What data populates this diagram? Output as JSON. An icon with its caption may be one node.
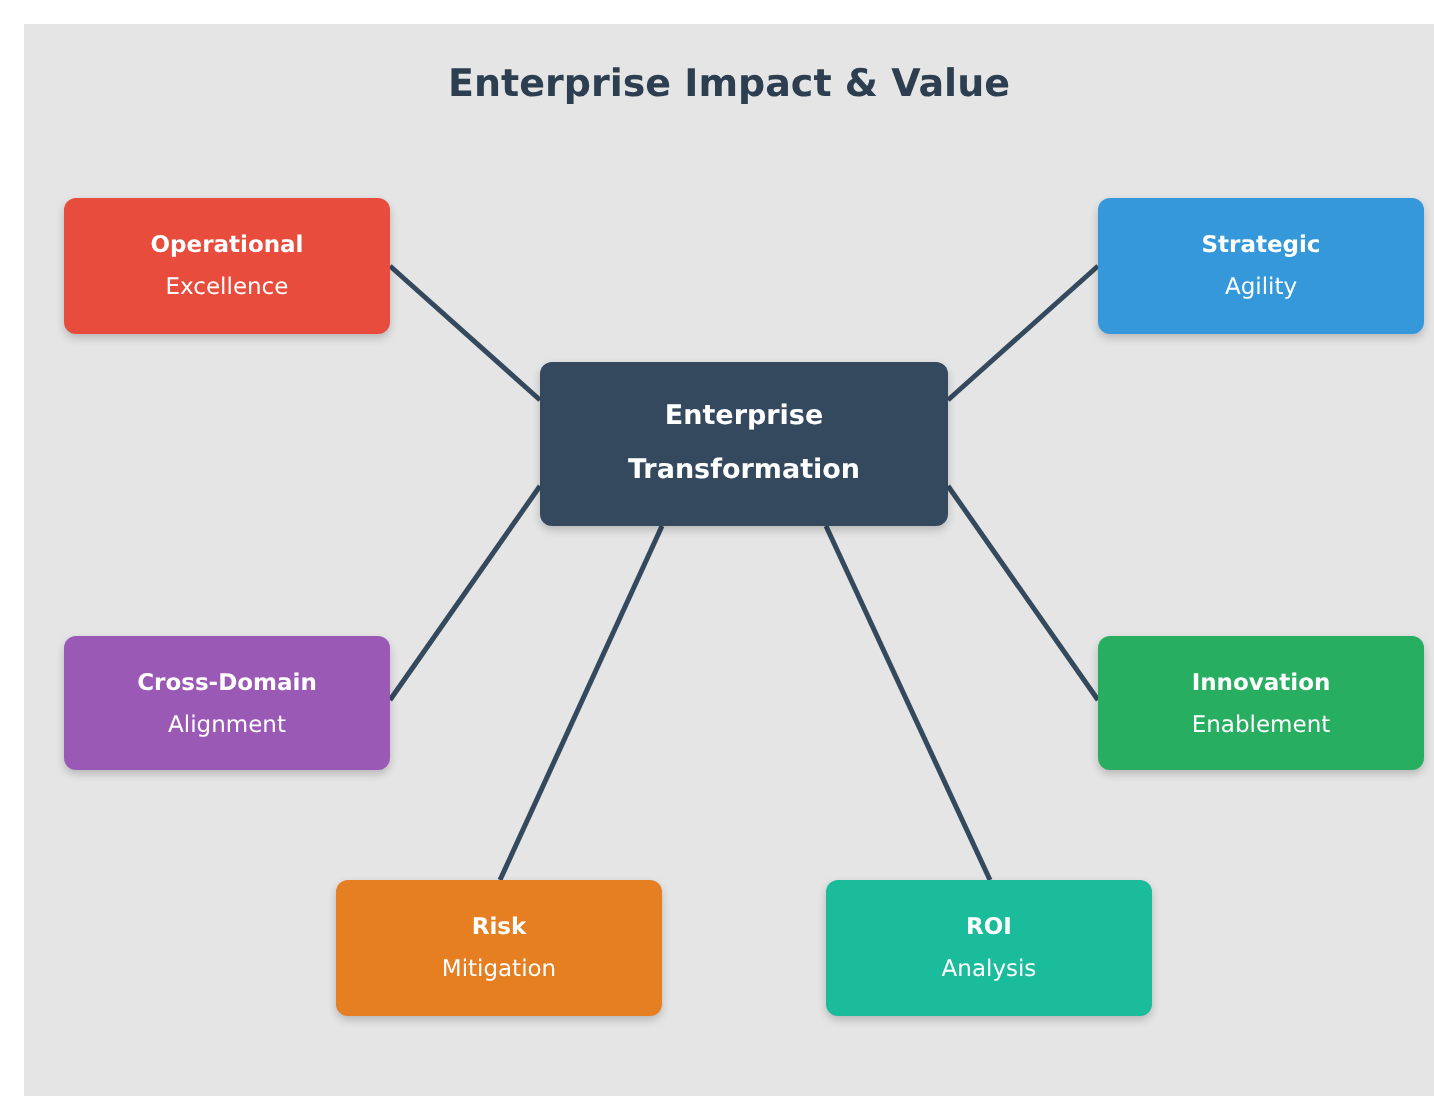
{
  "diagram": {
    "title": "Enterprise Impact & Value",
    "nodes": [
      {
        "text": [
          "Operational",
          "Excellence"
        ]
      },
      {
        "text": [
          "Strategic",
          "Agility"
        ]
      },
      {
        "text": [
          "Enterprise Transformation"
        ]
      },
      {
        "text": [
          "Cross-Domain",
          "Alignment"
        ]
      },
      {
        "text": [
          "Innovation",
          "Enablement"
        ]
      },
      {
        "text": [
          "Risk",
          "Mitigation"
        ]
      },
      {
        "text": [
          "ROI",
          "Analysis"
        ]
      }
    ],
    "edges": [
      {
        "from": 2,
        "to": 0,
        "arrow": "none"
      },
      {
        "from": 2,
        "to": 1,
        "arrow": "none"
      },
      {
        "from": 2,
        "to": 3,
        "arrow": "none"
      },
      {
        "from": 2,
        "to": 4,
        "arrow": "none"
      },
      {
        "from": 2,
        "to": 5,
        "arrow": "none"
      },
      {
        "from": 2,
        "to": 6,
        "arrow": "none"
      }
    ]
  }
}
